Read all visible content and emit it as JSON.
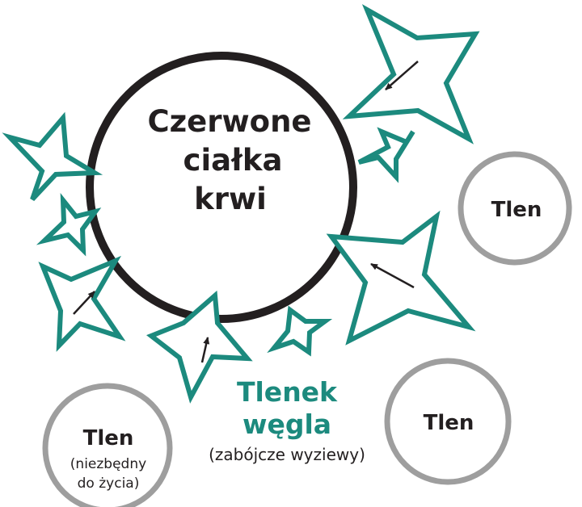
{
  "colors": {
    "cell_outline": "#231f20",
    "carbon_monoxide": "#1c8a7e",
    "oxygen_outline": "#9e9e9e",
    "arrow": "#231f20"
  },
  "red_blood_cell": {
    "line1": "Czerwone",
    "line2": "ciałka",
    "line3": "krwi"
  },
  "carbon_monoxide": {
    "title_line1": "Tlenek",
    "title_line2": "węgla",
    "note": "(zabójcze wyziewy)"
  },
  "oxygen": [
    {
      "label": "Tlen"
    },
    {
      "label": "Tlen",
      "note_line1": "(niezbędny",
      "note_line2": "do życia)"
    },
    {
      "label": "Tlen"
    }
  ]
}
